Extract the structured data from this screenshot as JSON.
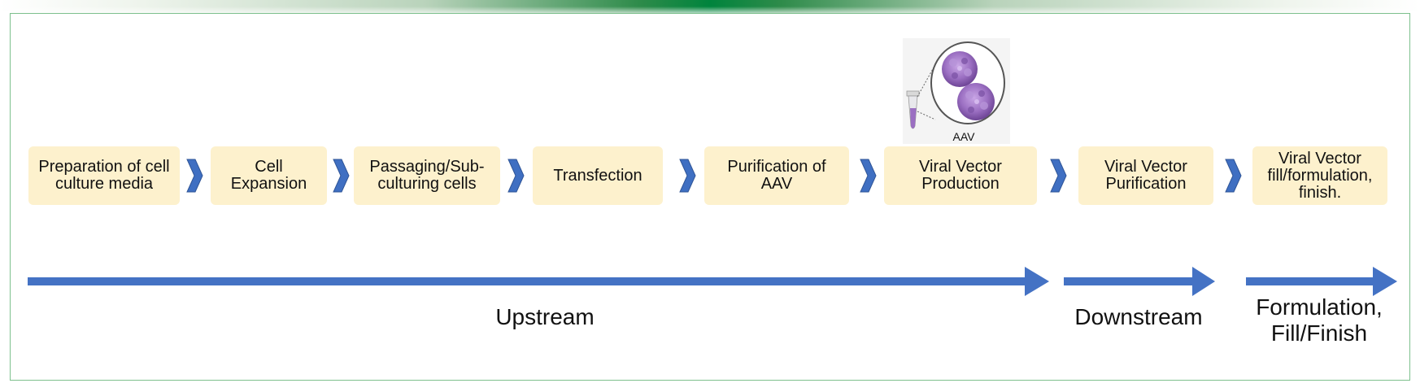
{
  "steps": [
    {
      "label": "Preparation of cell culture media"
    },
    {
      "label": "Cell Expansion"
    },
    {
      "label": "Passaging/Sub-culturing cells"
    },
    {
      "label": "Transfection"
    },
    {
      "label": "Purification of AAV"
    },
    {
      "label": "Viral Vector Production"
    },
    {
      "label": "Viral Vector Purification"
    },
    {
      "label": "Viral Vector fill/formulation, finish."
    }
  ],
  "aav_figure": {
    "label": "AAV"
  },
  "phases": {
    "upstream": "Upstream",
    "downstream": "Downstream",
    "formulation_line1": "Formulation,",
    "formulation_line2": "Fill/Finish"
  },
  "colors": {
    "step_fill": "#fdf1cd",
    "chevron": "#3f6fc2",
    "arrow": "#4472c4",
    "frame": "#7dc08d",
    "virus": "#9b6fc2"
  }
}
